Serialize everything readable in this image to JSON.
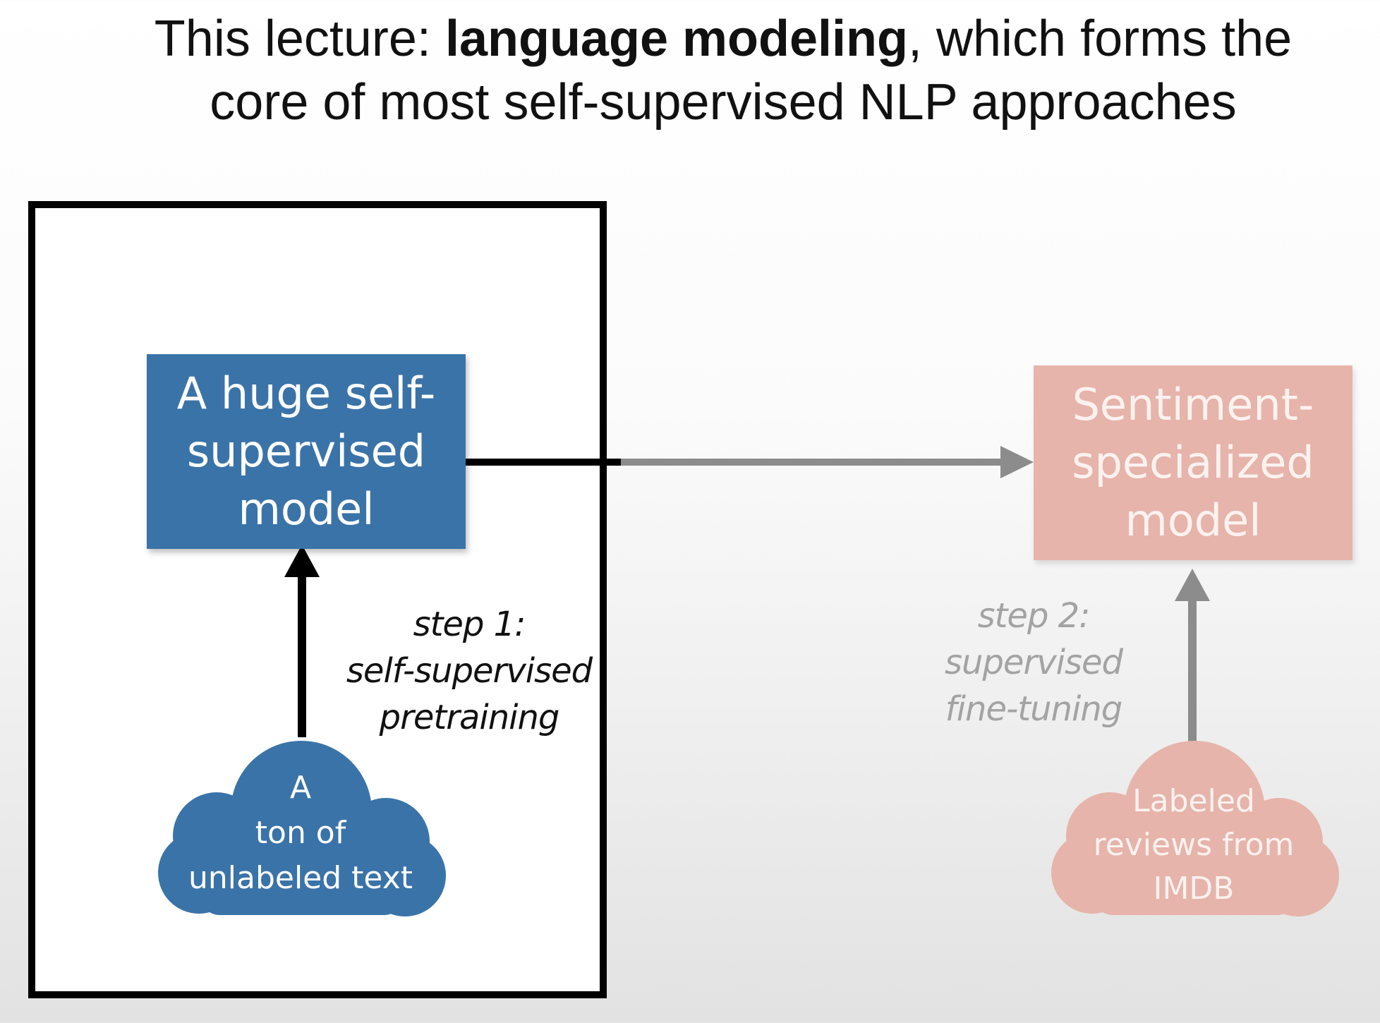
{
  "title": {
    "prefix": "This lecture: ",
    "bold": "language modeling",
    "suffix": ", which forms the",
    "line2": "core of most self-supervised NLP approaches"
  },
  "pretrained_model": {
    "line1": "A huge self-",
    "line2": "supervised",
    "line3": "model"
  },
  "specialized_model": {
    "line1": "Sentiment-",
    "line2": "specialized",
    "line3": "model"
  },
  "step1": {
    "line1": "step 1:",
    "line2": "self-supervised",
    "line3": "pretraining"
  },
  "step2": {
    "line1": "step 2:",
    "line2": "supervised",
    "line3": "fine-tuning"
  },
  "unlabeled_cloud": {
    "line1": "A",
    "line2": "ton of",
    "line3": "unlabeled text"
  },
  "labeled_cloud": {
    "line1": "Labeled",
    "line2": "reviews from",
    "line3": "IMDB"
  },
  "colors": {
    "blue": "#3a73a8",
    "pink": "#e6b4aa",
    "gray_arrow": "#8c8c8c",
    "black": "#000000"
  }
}
